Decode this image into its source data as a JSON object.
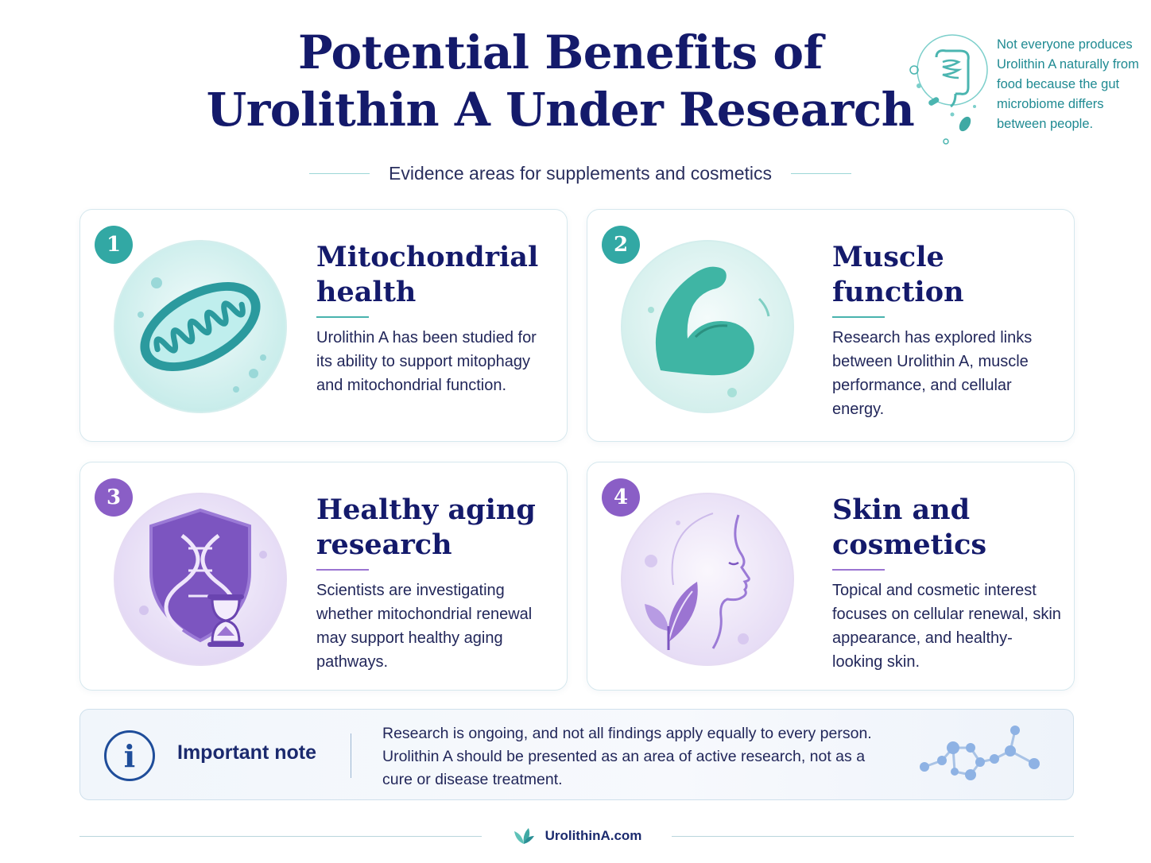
{
  "header": {
    "title_line1": "Potential Benefits of",
    "title_line2": "Urolithin A Under Research",
    "subtitle": "Evidence areas for supplements and cosmetics"
  },
  "side_note": {
    "icon": "gut-microbiome-icon",
    "text": "Not everyone produces Urolithin A naturally from food because the gut microbiome differs between people."
  },
  "cards": [
    {
      "number": "1",
      "title": "Mitochondrial health",
      "text": "Urolithin A has been studied for its ability to support mitophagy and mitochondrial function.",
      "icon": "mitochondria-icon",
      "accent": "#32a8a4"
    },
    {
      "number": "2",
      "title": "Muscle function",
      "text": "Research has explored links between Urolithin A, muscle performance, and cellular energy.",
      "icon": "flexed-arm-icon",
      "accent": "#32a8a4"
    },
    {
      "number": "3",
      "title": "Healthy aging research",
      "text": "Scientists are investigating whether mitochondrial renewal may support healthy aging pathways.",
      "icon": "shield-dna-hourglass-icon",
      "accent": "#8a5ec6"
    },
    {
      "number": "4",
      "title": "Skin and cosmetics",
      "text": "Topical and cosmetic interest focuses on cellular renewal, skin appearance, and healthy-looking skin.",
      "icon": "face-leaf-icon",
      "accent": "#8a5ec6"
    }
  ],
  "note": {
    "icon": "info-icon",
    "icon_glyph": "i",
    "label": "Important note",
    "text": "Research is ongoing, and not all findings apply equally to every person. Urolithin A should be presented as an area of active research, not as a cure or disease treatment.",
    "decoration": "molecule-icon"
  },
  "footer": {
    "icon": "leaf-logo-icon",
    "brand": "UrolithinA.com"
  }
}
